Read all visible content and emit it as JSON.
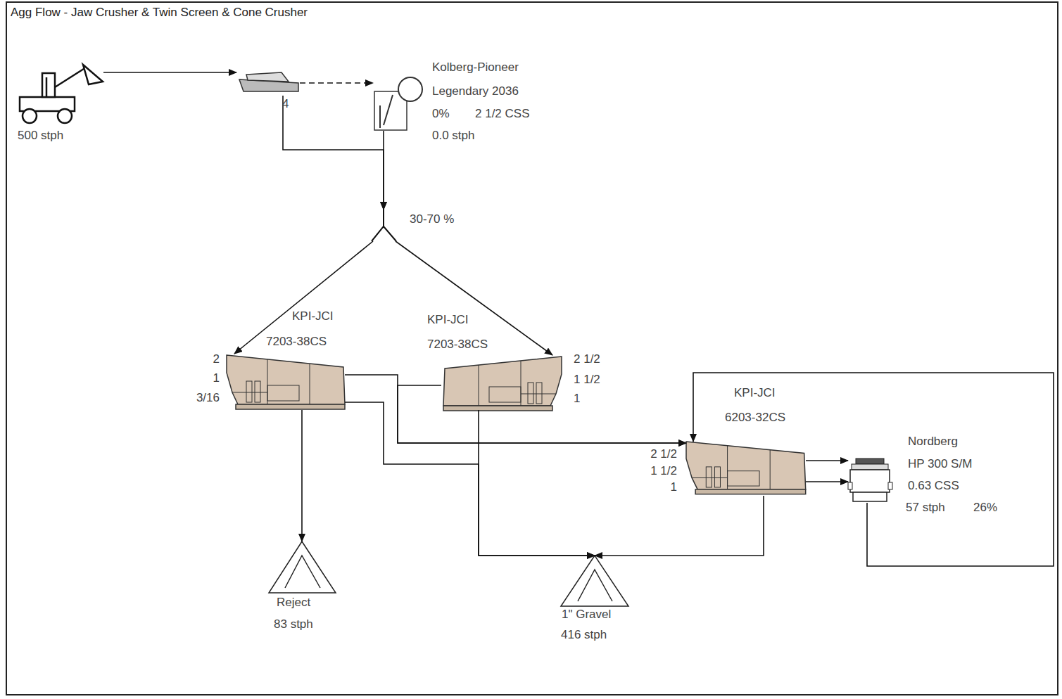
{
  "diagram": {
    "title": "Agg Flow - Jaw Crusher & Twin Screen & Cone Crusher",
    "nodes": [
      {
        "text": [
          "500 stph"
        ]
      },
      {
        "text": [
          "4"
        ]
      },
      {
        "text": [
          "Kolberg-Pioneer",
          "Legendary 2036",
          "0%",
          "2 1/2 CSS",
          "0.0 stph"
        ]
      },
      {
        "text": [
          "30-70 %"
        ]
      },
      {
        "text": [
          "KPI-JCI",
          "7203-38CS",
          "2",
          "1",
          "3/16"
        ]
      },
      {
        "text": [
          "KPI-JCI",
          "7203-38CS",
          "2 1/2",
          "1 1/2",
          "1"
        ]
      },
      {
        "text": [
          "KPI-JCI",
          "6203-32CS",
          "2 1/2",
          "1 1/2",
          "1"
        ]
      },
      {
        "text": [
          "Nordberg",
          "HP 300 S/M",
          "0.63 CSS",
          "57 stph",
          "26%"
        ]
      },
      {
        "text": [
          "Reject",
          "83 stph"
        ]
      },
      {
        "text": [
          "1\" Gravel",
          "416 stph"
        ]
      }
    ],
    "edges": [
      {
        "from": 0,
        "to": 1,
        "arrow": "to"
      },
      {
        "from": 1,
        "to": 2,
        "arrow": "to"
      },
      {
        "from": 1,
        "to": 3,
        "arrow": "to"
      },
      {
        "from": 2,
        "to": 3,
        "arrow": "to"
      },
      {
        "from": 3,
        "to": 4,
        "arrow": "to"
      },
      {
        "from": 3,
        "to": 5,
        "arrow": "to"
      },
      {
        "from": 4,
        "to": 6,
        "arrow": "to"
      },
      {
        "from": 5,
        "to": 6,
        "arrow": "to"
      },
      {
        "from": 4,
        "to": 9,
        "arrow": "to"
      },
      {
        "from": 5,
        "to": 9,
        "arrow": "to"
      },
      {
        "from": 4,
        "to": 8,
        "arrow": "to"
      },
      {
        "from": 6,
        "to": 9,
        "arrow": "to"
      },
      {
        "from": 6,
        "to": 7,
        "arrow": "to"
      },
      {
        "from": 6,
        "to": 7,
        "arrow": "to"
      },
      {
        "from": 7,
        "to": 6,
        "arrow": "to"
      }
    ]
  }
}
